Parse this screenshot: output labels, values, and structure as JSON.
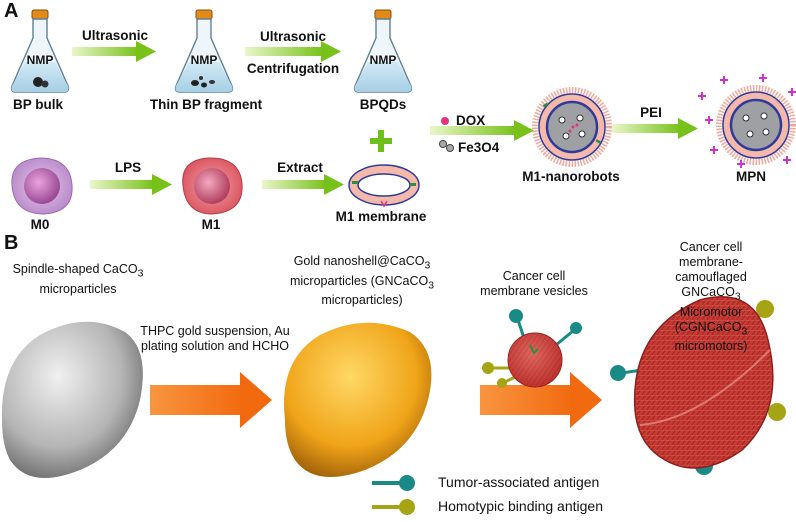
{
  "panels": {
    "a": "A",
    "b": "B"
  },
  "flask_label": "NMP",
  "section_a": {
    "bp_bulk": "BP bulk",
    "ultrasonic_1": "Ultrasonic",
    "thin_bp": "Thin BP fragment",
    "ultrasonic_2": "Ultrasonic",
    "centrifugation": "Centrifugation",
    "bpqds": "BPQDs",
    "dox": "DOX",
    "fe3o4": "Fe3O4",
    "m1_nanorobots": "M1-nanorobots",
    "pei": "PEI",
    "mpn": "MPN",
    "m0": "M0",
    "lps": "LPS",
    "m1": "M1",
    "extract": "Extract",
    "m1_membrane": "M1 membrane"
  },
  "section_b": {
    "spindle_line1": "Spindle-shaped CaCO",
    "spindle_line2": "microparticles",
    "thpc_line1": "THPC gold suspension, Au",
    "thpc_line2": "plating solution and HCHO",
    "gold_line1": "Gold nanoshell@CaCO",
    "gold_line2": "microparticles (GNCaCO",
    "gold_line3": "microparticles)",
    "vesicle_line1": "Cancer cell",
    "vesicle_line2": "membrane vesicles",
    "camo_line1": "Cancer cell membrane-",
    "camo_line2": "camouflaged GNCaCO",
    "camo_line3": "Micromotor (CGNCaCO",
    "camo_line4": "micromotors)",
    "sub3": "3",
    "close_paren": ")"
  },
  "legend": {
    "tumor": "Tumor-associated antigen",
    "homotypic": "Homotypic binding antigen"
  },
  "colors": {
    "green_arrow": "#7dc41f",
    "orange_arrow": "#f47a20",
    "membrane_pink": "#f3b3a6",
    "membrane_blue": "#3a3f9e",
    "pei_magenta": "#cc33cc",
    "antigen_teal": "#1a8a86",
    "antigen_olive": "#a4a414"
  }
}
